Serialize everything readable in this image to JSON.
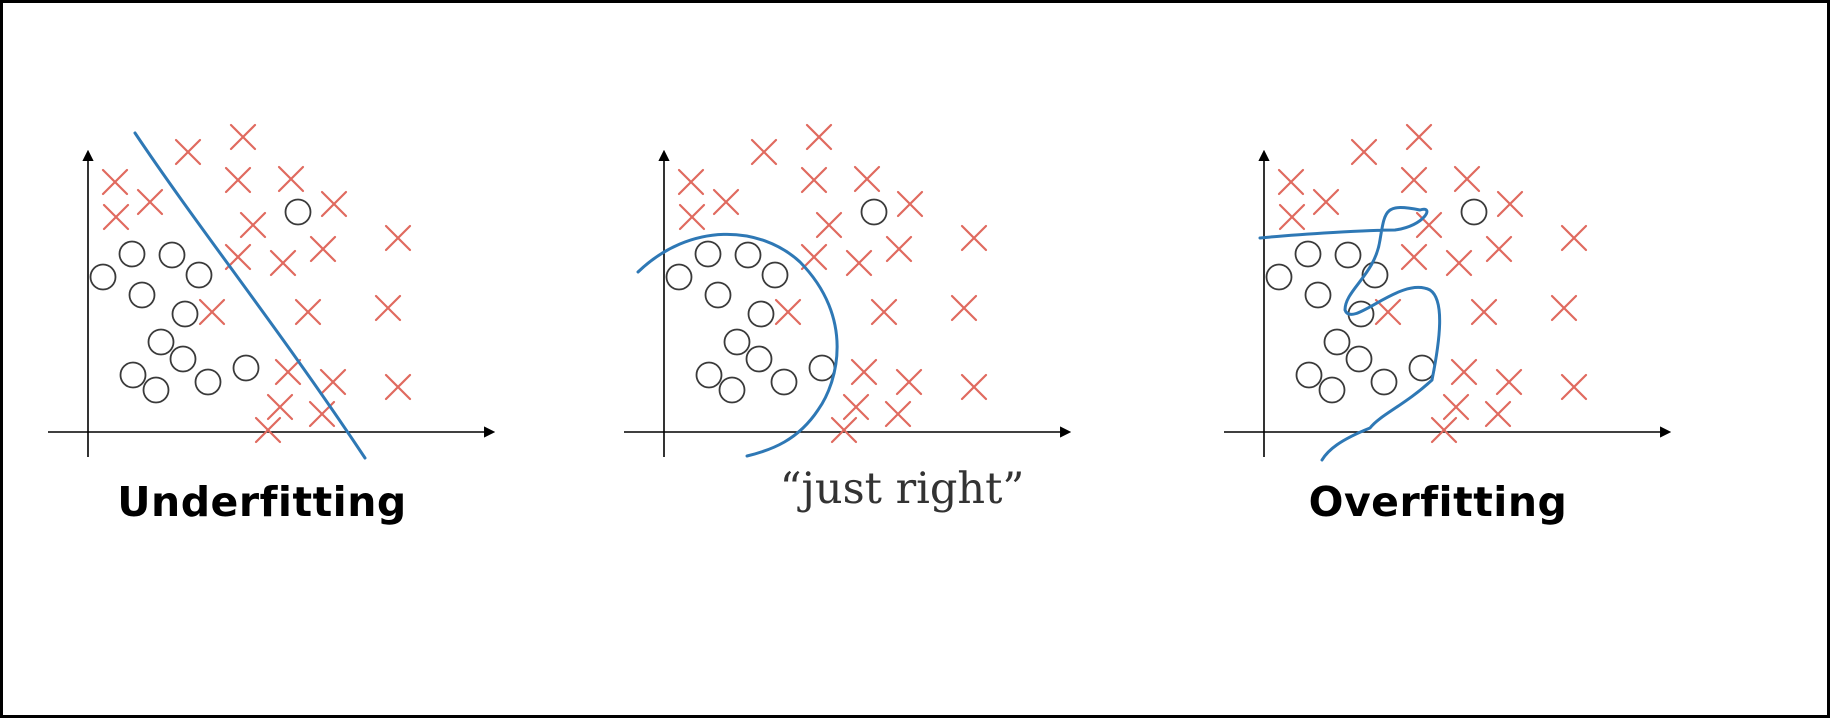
{
  "panels": [
    {
      "caption": "Underfitting",
      "boundary": "straight line"
    },
    {
      "caption": "“just right”",
      "boundary": "smooth curve"
    },
    {
      "caption": "Overfitting",
      "boundary": "wiggly curve"
    }
  ],
  "colors": {
    "cross": "#e06a5f",
    "circle": "#3a3a3a",
    "boundary": "#2e78b5",
    "axis": "#000000",
    "frame": "#000000"
  },
  "markers": {
    "cross": "x-marker",
    "circle": "circle-marker"
  }
}
